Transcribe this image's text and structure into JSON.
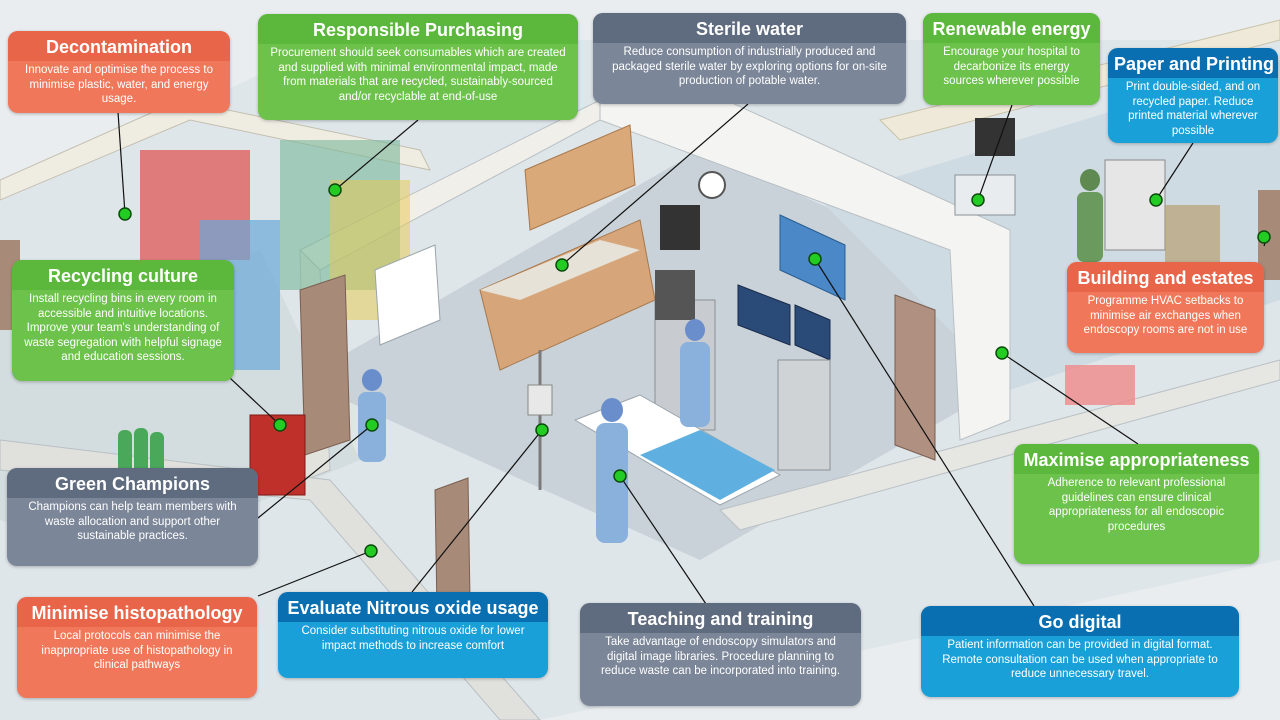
{
  "callouts": {
    "decontamination": {
      "title": "Decontamination",
      "body": "Innovate and optimise the process to minimise plastic, water, and energy usage."
    },
    "responsible_purchasing": {
      "title": "Responsible Purchasing",
      "body": "Procurement should seek consumables which are created and supplied with minimal environmental impact, made from materials that are recycled, sustainably-sourced and/or recyclable at end-of-use"
    },
    "sterile_water": {
      "title": "Sterile water",
      "body": "Reduce consumption of industrially produced and packaged sterile water by exploring options for on-site production of potable water."
    },
    "renewable_energy": {
      "title": "Renewable energy",
      "body": "Encourage your hospital to decarbonize its energy sources wherever possible"
    },
    "paper_printing": {
      "title": "Paper and Printing",
      "body": "Print double-sided, and on recycled paper. Reduce printed material wherever possible"
    },
    "recycling_culture": {
      "title": "Recycling culture",
      "body": "Install recycling bins in every room in accessible and intuitive locations. Improve your team's understanding of waste segregation with helpful signage and education sessions."
    },
    "building_estates": {
      "title": "Building and estates",
      "body": "Programme HVAC setbacks to minimise air exchanges when endoscopy rooms are not in use"
    },
    "green_champions": {
      "title": "Green Champions",
      "body": "Champions can help team members with waste allocation and support other sustainable practices."
    },
    "maximise_appropriateness": {
      "title": "Maximise appropriateness",
      "body": "Adherence to relevant professional guidelines can ensure clinical appropriateness for all endoscopic procedures"
    },
    "minimise_histopathology": {
      "title": "Minimise histopathology",
      "body": "Local protocols can minimise the inappropriate use of histopathology in clinical pathways"
    },
    "nitrous_oxide": {
      "title": "Evaluate Nitrous oxide usage",
      "body": "Consider substituting nitrous oxide  for lower impact methods to increase comfort"
    },
    "teaching_training": {
      "title": "Teaching and training",
      "body": "Take advantage of endoscopy simulators and digital image libraries. Procedure planning to reduce waste can be incorporated into training."
    },
    "go_digital": {
      "title": "Go digital",
      "body": "Patient information can be provided in digital format. Remote consultation can be used when appropriate to reduce unnecessary travel."
    }
  },
  "colors": {
    "orange": "#f0775a",
    "green": "#6cc24a",
    "slate": "#7b8698",
    "blue": "#1aa0d8",
    "marker": "#22cc22"
  }
}
